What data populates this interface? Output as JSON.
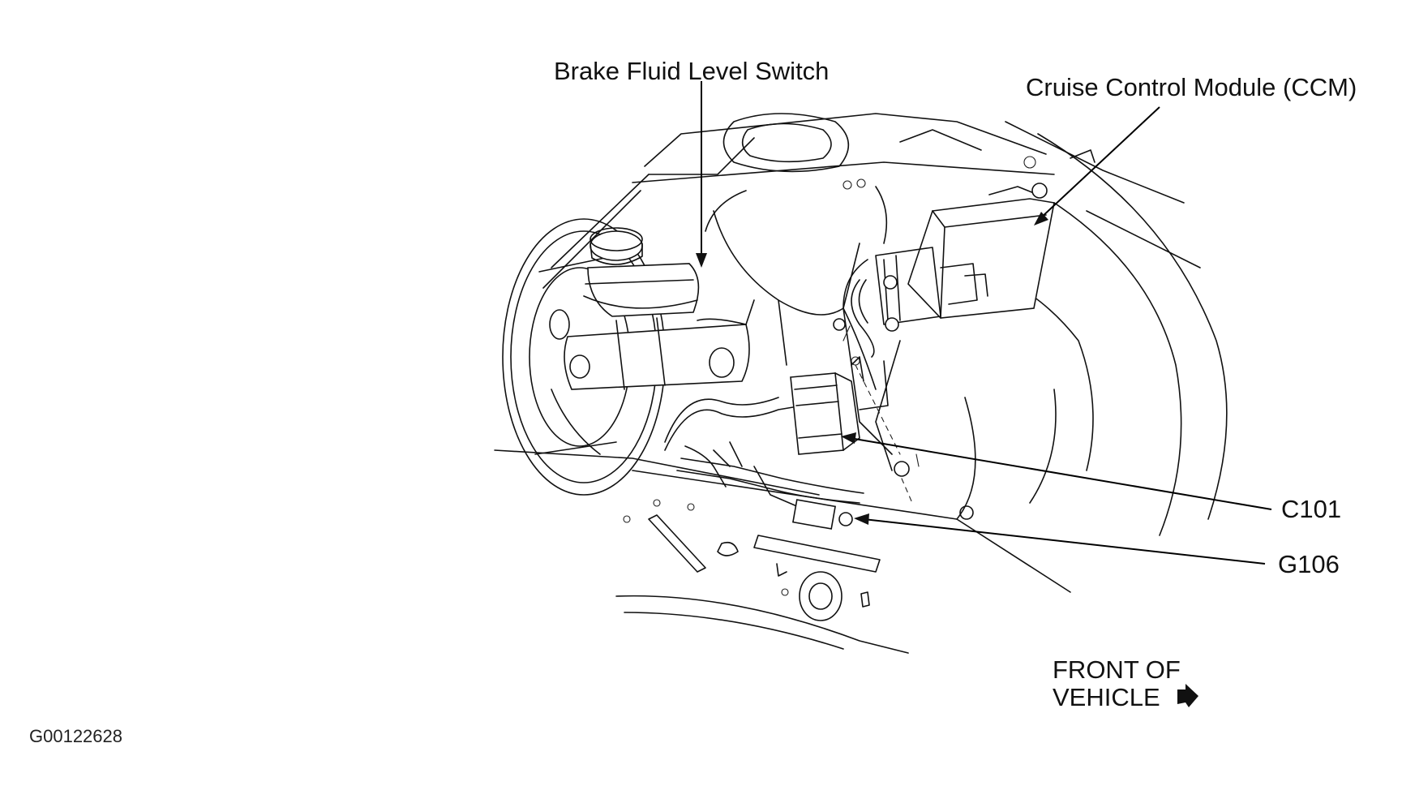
{
  "labels": {
    "brake_fluid_level_switch": "Brake Fluid Level Switch",
    "cruise_control_module": "Cruise Control Module (CCM)",
    "c101": "C101",
    "g106": "G106",
    "front_of_vehicle_line1": "FRONT OF",
    "front_of_vehicle_line2": "VEHICLE"
  },
  "figure_code": "G00122628",
  "colors": {
    "ink": "#111111",
    "background": "#ffffff"
  }
}
